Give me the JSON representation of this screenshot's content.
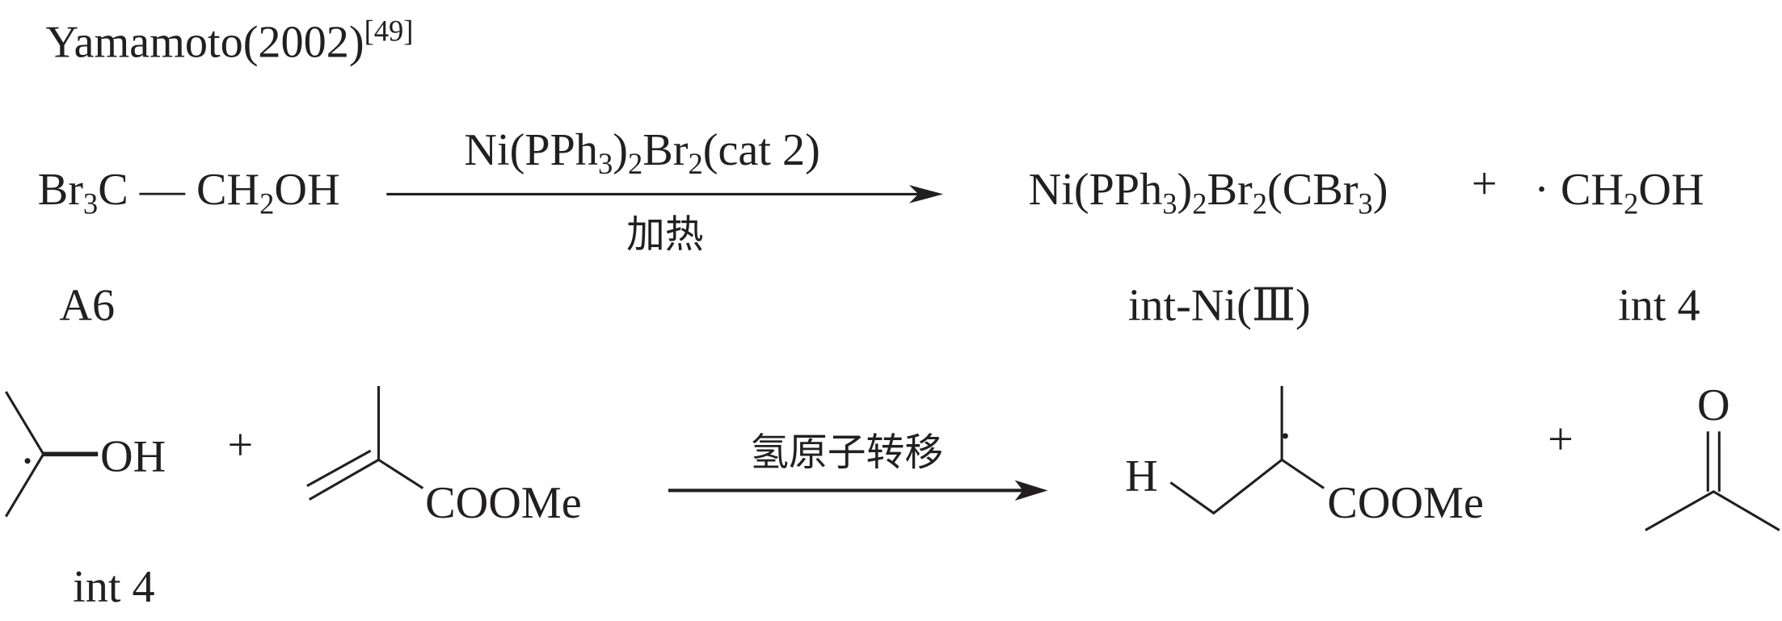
{
  "citation": {
    "author": "Yamamoto(2002)",
    "ref": "[49]"
  },
  "reaction1": {
    "reactant": {
      "pre": "Br",
      "sub1": "3",
      "mid": "C — CH",
      "sub2": "2",
      "post": "OH",
      "label": "A6"
    },
    "conditions": {
      "above_a": "Ni(PPh",
      "above_s1": "3",
      "above_b": ")",
      "above_s2": "2",
      "above_c": "Br",
      "above_s3": "2",
      "above_d": "(cat 2)",
      "below": "加热"
    },
    "product1": {
      "a": "Ni(PPh",
      "s1": "3",
      "b": ")",
      "s2": "2",
      "c": "Br",
      "s3": "2",
      "d": "(CBr",
      "s4": "3",
      "e": ")",
      "label": "int-Ni(Ⅲ)"
    },
    "plus": "+",
    "product2": {
      "a": "· CH",
      "s1": "2",
      "b": "OH",
      "label": "int 4"
    }
  },
  "reaction2": {
    "reactant1": {
      "group": "OH",
      "label": "int 4"
    },
    "plus1": "+",
    "reactant2": {
      "group": "COOMe"
    },
    "arrow_label": "氢原子转移",
    "product1": {
      "h": "H",
      "group": "COOMe"
    },
    "plus2": "+",
    "product2": {
      "o": "O"
    }
  }
}
